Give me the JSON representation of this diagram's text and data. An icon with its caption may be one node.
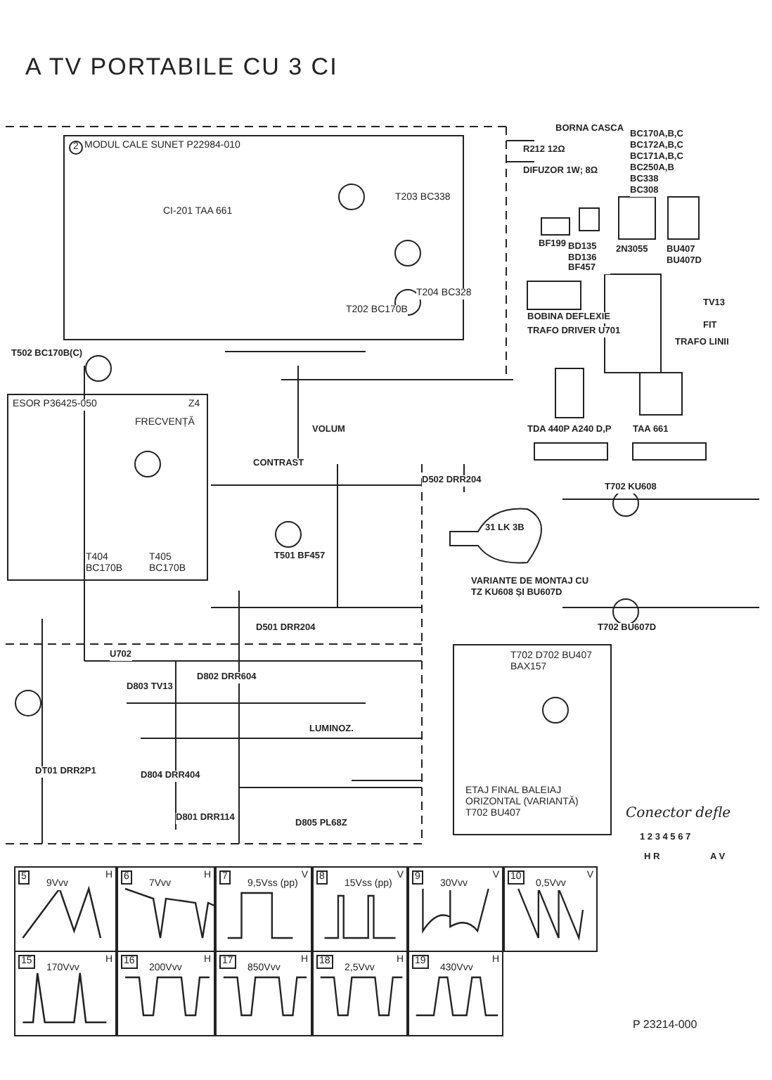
{
  "diagram": {
    "title": "A TV PORTABILE CU 3 CI",
    "nodes": [
      {
        "text": [
          "2",
          "MODUL CALE SUNET P22984-010",
          "CI-201 TAA 661",
          "T202 BC170B",
          "T203 BC338",
          "T204 BC328"
        ]
      },
      {
        "text": [
          "ESOR P36425-050",
          "Z4",
          "FRECVENȚĂ",
          "T404 BC170B",
          "T405 BC170B"
        ]
      },
      {
        "text": [
          "T702 D702 BU407 BAX157",
          "ETAJ FINAL BALEIAJ ORIZONTAL (VARIANTĂ) T702 BU407"
        ]
      },
      {
        "text": [
          "5",
          "9Vvv",
          "H"
        ]
      },
      {
        "text": [
          "6",
          "7Vvv",
          "H"
        ]
      },
      {
        "text": [
          "7",
          "9,5Vss (pp)",
          "V"
        ]
      },
      {
        "text": [
          "8",
          "15Vss (pp)",
          "V"
        ]
      },
      {
        "text": [
          "9",
          "30Vvv",
          "V"
        ]
      },
      {
        "text": [
          "10",
          "0,5Vvv",
          "V"
        ]
      },
      {
        "text": [
          "15",
          "170Vvv",
          "H"
        ]
      },
      {
        "text": [
          "16",
          "200Vvv",
          "H"
        ]
      },
      {
        "text": [
          "17",
          "850Vvv",
          "H"
        ]
      },
      {
        "text": [
          "18",
          "2,5Vvv",
          "H"
        ]
      },
      {
        "text": [
          "19",
          "430Vvv",
          "H"
        ]
      }
    ],
    "labels": [
      "BORNA CASCA",
      "R212 12Ω",
      "DIFUZOR 1W; 8Ω",
      "BC170A,B,C",
      "BC172A,B,C",
      "BC171A,B,C",
      "BC250A,B",
      "BC338",
      "BC308",
      "BF199",
      "BD135 BD136 BF457",
      "2N3055",
      "BU407 BU407D",
      "BOBINA DEFLEXIE",
      "TRAFO DRIVER U701",
      "TV13",
      "FIT",
      "TRAFO LINII",
      "T502 BC170B(C)",
      "VOLUM",
      "TDA 440P A240 D,P",
      "TAA 661",
      "CONTRAST",
      "D502 DRR204",
      "T501 BF457",
      "31 LK 3B",
      "T702 KU608",
      "VARIANTE DE MONTAJ CU TZ KU608 ȘI BU607D",
      "D501 DRR204",
      "T702 BU607D",
      "U702",
      "D803 TV13",
      "D802 DRR604",
      "D804 DRR404",
      "DT01 DRR2P1",
      "LUMINOZ.",
      "D801 DRR114",
      "D805 PL68Z",
      "Conector defle",
      "1 2 3 4 5 6 7",
      "H R",
      "A V",
      "P 23214-000"
    ]
  }
}
